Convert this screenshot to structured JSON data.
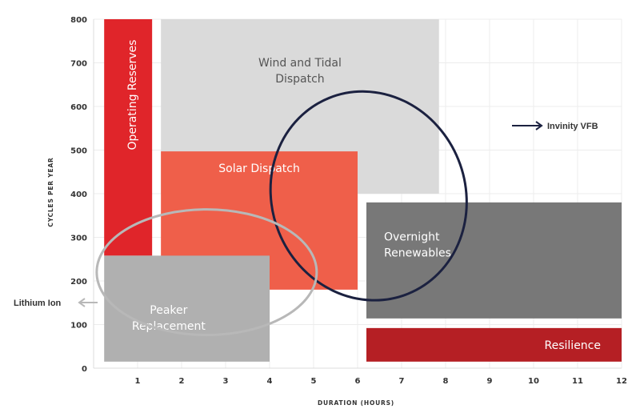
{
  "chart_data": {
    "type": "diagram-rectangles",
    "xlabel": "DURATION (HOURS)",
    "ylabel": "CYCLES PER YEAR",
    "xlim": [
      0,
      12
    ],
    "ylim": [
      0,
      800
    ],
    "xticks": [
      "1",
      "2",
      "3",
      "4",
      "5",
      "6",
      "7",
      "8",
      "9",
      "10",
      "11",
      "12"
    ],
    "yticks": [
      "0",
      "100",
      "200",
      "300",
      "400",
      "500",
      "600",
      "700",
      "800"
    ],
    "grid": true,
    "regions": [
      {
        "name": "Operating Reserves",
        "x": [
          0.24,
          1.33
        ],
        "y": [
          258,
          800
        ],
        "color": "#e0252a",
        "text_color": "#ffffff",
        "lines": [
          "Operating Reserves"
        ],
        "align": "vertical"
      },
      {
        "name": "Wind and Tidal Dispatch",
        "x": [
          1.53,
          7.85
        ],
        "y": [
          400,
          800
        ],
        "color": "#dadada",
        "text_color": "#555555",
        "lines": [
          "Wind and Tidal",
          "Dispatch"
        ],
        "align": "center-upper"
      },
      {
        "name": "Solar Dispatch",
        "x": [
          1.53,
          6.0
        ],
        "y": [
          180,
          497
        ],
        "color": "#ef5f4a",
        "text_color": "#ffffff",
        "lines": [
          "Solar Dispatch"
        ],
        "align": "center-upper"
      },
      {
        "name": "Peaker Replacement",
        "x": [
          0.24,
          4.0
        ],
        "y": [
          15,
          258
        ],
        "color": "#b0b0b0",
        "text_color": "#ffffff",
        "lines": [
          "Peaker",
          "Replacement"
        ],
        "align": "center-lower"
      },
      {
        "name": "Overnight Renewables",
        "x": [
          6.2,
          12
        ],
        "y": [
          114,
          380
        ],
        "color": "#787878",
        "text_color": "#ffffff",
        "lines": [
          "Overnight",
          "Renewables"
        ],
        "align": "left-upper"
      },
      {
        "name": "Resilience",
        "x": [
          6.2,
          12
        ],
        "y": [
          15,
          92
        ],
        "color": "#b51f24",
        "text_color": "#ffffff",
        "lines": [
          "Resilience"
        ],
        "align": "right"
      }
    ],
    "overlays": [
      {
        "name": "Invinity VFB",
        "center": [
          6.25,
          395
        ],
        "rx_hours": 4.0,
        "ry_cycles": 440,
        "rotation_deg": -22,
        "color": "#1b2140",
        "label": "Invinity VFB",
        "label_side": "right"
      },
      {
        "name": "Lithium Ion",
        "center": [
          2.57,
          220
        ],
        "rx_hours": 2.5,
        "ry_cycles": 144,
        "rotation_deg": 0,
        "color": "#b8b8b8",
        "label": "Lithium Ion",
        "label_side": "left"
      }
    ]
  }
}
